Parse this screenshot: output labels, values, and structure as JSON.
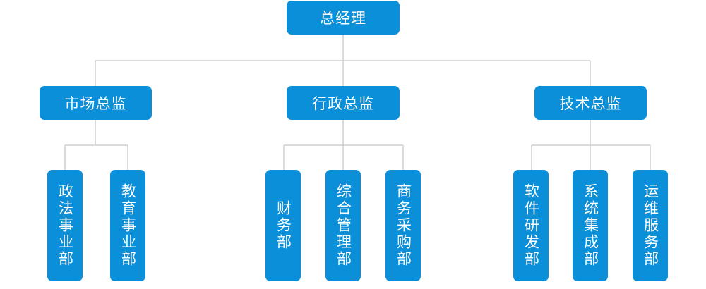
{
  "colors": {
    "box": "#0a8fd8",
    "line": "#cfcfcf",
    "text": "#ffffff"
  },
  "org": {
    "root": "总经理",
    "directors": [
      {
        "label": "市场总监",
        "departments": [
          "政法事业部",
          "教育事业部"
        ]
      },
      {
        "label": "行政总监",
        "departments": [
          "财务部",
          "综合管理部",
          "商务采购部"
        ]
      },
      {
        "label": "技术总监",
        "departments": [
          "软件研发部",
          "系统集成部",
          "运维服务部"
        ]
      }
    ]
  }
}
